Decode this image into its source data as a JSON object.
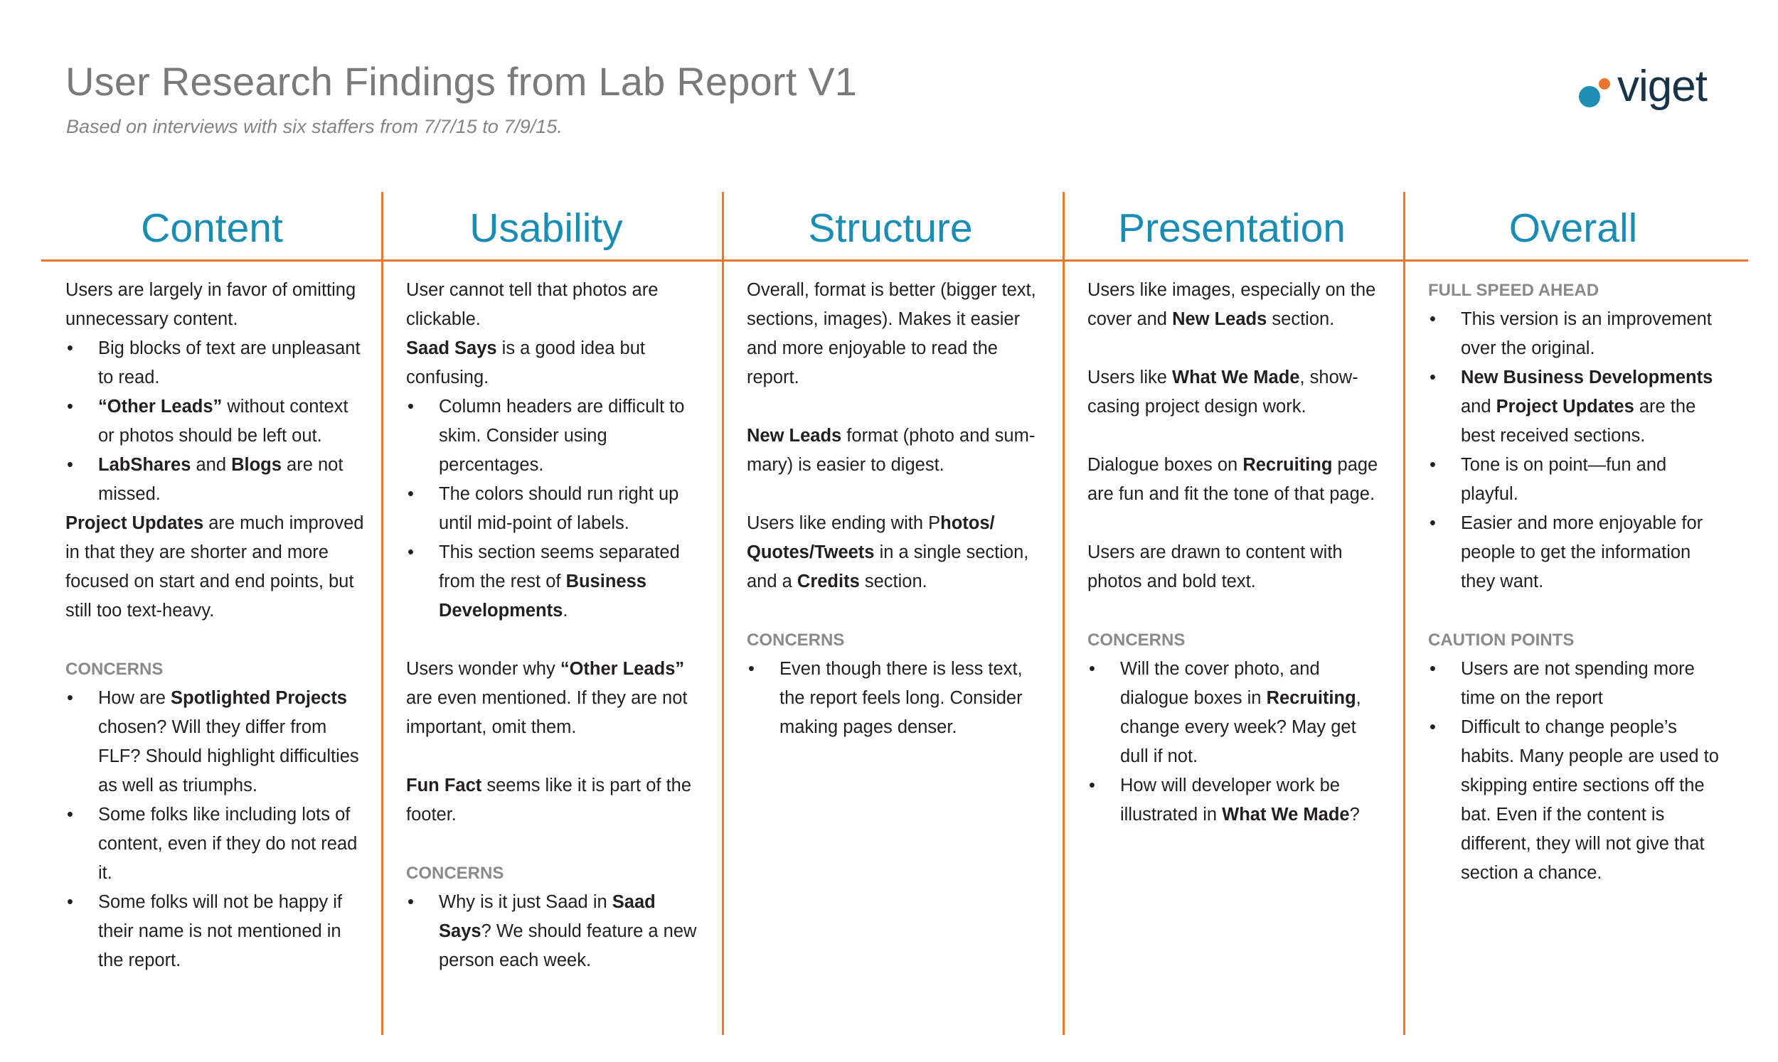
{
  "header": {
    "title": "User Research Findings from Lab Report V1",
    "subtitle": "Based on interviews with six staffers from 7/7/15 to 7/9/15.",
    "logo_text": "viget",
    "logo_icon": "viget-dots-icon"
  },
  "colors": {
    "accent_orange": "#e8762d",
    "heading_blue": "#1a8db5",
    "label_gray": "#8a8a8a",
    "logo_navy": "#173448"
  },
  "columns": [
    {
      "heading": "Content",
      "blocks": [
        {
          "type": "p",
          "runs": [
            {
              "t": "Users are largely in favor of omitting unnecessary content."
            }
          ]
        },
        {
          "type": "ul",
          "glue": true,
          "items": [
            [
              {
                "t": "Big blocks of text are unpleasant to read."
              }
            ],
            [
              {
                "t": "“Other Leads”",
                "b": true
              },
              {
                "t": " without context or photos should be left out."
              }
            ],
            [
              {
                "t": "LabShares",
                "b": true
              },
              {
                "t": " and "
              },
              {
                "t": "Blogs",
                "b": true
              },
              {
                "t": " are not missed."
              }
            ]
          ]
        },
        {
          "type": "p",
          "runs": [
            {
              "t": "Project Updates",
              "b": true
            },
            {
              "t": " are much improved in that they are shorter and more focused on start and end points, but still too text-heavy."
            }
          ]
        },
        {
          "type": "label",
          "text": "CONCERNS"
        },
        {
          "type": "ul",
          "items": [
            [
              {
                "t": "How are "
              },
              {
                "t": "Spotlighted Projects",
                "b": true
              },
              {
                "t": " chosen? Will they differ from FLF? Should highlight difficulties as well as triumphs."
              }
            ],
            [
              {
                "t": "Some folks like including lots of content, even if they do not read it."
              }
            ],
            [
              {
                "t": "Some folks will not be happy if their name is not mentioned in the report."
              }
            ]
          ]
        }
      ]
    },
    {
      "heading": "Usability",
      "blocks": [
        {
          "type": "p",
          "runs": [
            {
              "t": "User cannot tell that photos are clickable."
            }
          ]
        },
        {
          "type": "p",
          "glue": true,
          "runs": [
            {
              "t": "Saad Says",
              "b": true
            },
            {
              "t": " is a good idea but confusing."
            }
          ]
        },
        {
          "type": "ul",
          "items": [
            [
              {
                "t": "Column headers are difficult to skim. Consider using percentages."
              }
            ],
            [
              {
                "t": "The colors should run right up until mid-point of labels."
              }
            ],
            [
              {
                "t": "This section seems separated from the rest of "
              },
              {
                "t": "Business Developments",
                "b": true
              },
              {
                "t": "."
              }
            ]
          ]
        },
        {
          "type": "p",
          "runs": [
            {
              "t": "Users wonder why "
            },
            {
              "t": "“Other Leads”",
              "b": true
            },
            {
              "t": " are even mentioned. If they are not important, omit them."
            }
          ]
        },
        {
          "type": "p",
          "runs": [
            {
              "t": "Fun Fact",
              "b": true
            },
            {
              "t": " seems like it is part of the footer."
            }
          ]
        },
        {
          "type": "label",
          "text": "CONCERNS"
        },
        {
          "type": "ul",
          "items": [
            [
              {
                "t": "Why is it just Saad in "
              },
              {
                "t": "Saad Says",
                "b": true
              },
              {
                "t": "? We should feature a new person each week."
              }
            ]
          ]
        }
      ]
    },
    {
      "heading": "Structure",
      "blocks": [
        {
          "type": "p",
          "runs": [
            {
              "t": "Overall, format is better (bigger text, sections, images). Makes it easier and more enjoyable to read the report."
            }
          ]
        },
        {
          "type": "p",
          "runs": [
            {
              "t": "New Leads",
              "b": true
            },
            {
              "t": " format (photo and sum-mary) is easier to digest."
            }
          ]
        },
        {
          "type": "p",
          "runs": [
            {
              "t": "Users like ending with P"
            },
            {
              "t": "hotos/ Quotes/Tweets",
              "b": true
            },
            {
              "t": " in a single section, and a "
            },
            {
              "t": "Credits",
              "b": true
            },
            {
              "t": " section."
            }
          ]
        },
        {
          "type": "label",
          "text": "CONCERNS"
        },
        {
          "type": "ul",
          "items": [
            [
              {
                "t": "Even though there is less text, the report feels long. Consider making pages denser."
              }
            ]
          ]
        }
      ]
    },
    {
      "heading": "Presentation",
      "blocks": [
        {
          "type": "p",
          "runs": [
            {
              "t": "Users like images, especially on the cover and "
            },
            {
              "t": "New Leads",
              "b": true
            },
            {
              "t": " section."
            }
          ]
        },
        {
          "type": "p",
          "runs": [
            {
              "t": "Users like "
            },
            {
              "t": "What We Made",
              "b": true
            },
            {
              "t": ", show-casing project design work."
            }
          ]
        },
        {
          "type": "p",
          "runs": [
            {
              "t": "Dialogue boxes on "
            },
            {
              "t": "Recruiting",
              "b": true
            },
            {
              "t": " page are fun and fit the tone of that page."
            }
          ]
        },
        {
          "type": "p",
          "runs": [
            {
              "t": "Users are drawn to content with photos and bold text."
            }
          ]
        },
        {
          "type": "label",
          "text": "CONCERNS"
        },
        {
          "type": "ul",
          "items": [
            [
              {
                "t": "Will the cover photo, and dialogue boxes in "
              },
              {
                "t": "Recruiting",
                "b": true
              },
              {
                "t": ", change every week? May get dull if not."
              }
            ],
            [
              {
                "t": "How will developer work be illustrated in  "
              },
              {
                "t": "What We Made",
                "b": true
              },
              {
                "t": "?"
              }
            ]
          ]
        }
      ]
    },
    {
      "heading": "Overall",
      "blocks": [
        {
          "type": "label",
          "text": "FULL SPEED AHEAD"
        },
        {
          "type": "ul",
          "items": [
            [
              {
                "t": "This version is an improvement over the original."
              }
            ],
            [
              {
                "t": "New Business Developments",
                "b": true
              },
              {
                "t": " and "
              },
              {
                "t": "Project Updates",
                "b": true
              },
              {
                "t": " are the best received sections."
              }
            ],
            [
              {
                "t": "Tone is on point—fun and playful."
              }
            ],
            [
              {
                "t": "Easier and more enjoyable for people to get the information they want."
              }
            ]
          ]
        },
        {
          "type": "label",
          "text": "CAUTION POINTS"
        },
        {
          "type": "ul",
          "items": [
            [
              {
                "t": "Users are not spending more time on the report"
              }
            ],
            [
              {
                "t": "Difficult to change people’s habits. Many people are used to skipping entire sections off the bat. Even if the content is different, they will not give that section a chance."
              }
            ]
          ]
        }
      ]
    }
  ]
}
